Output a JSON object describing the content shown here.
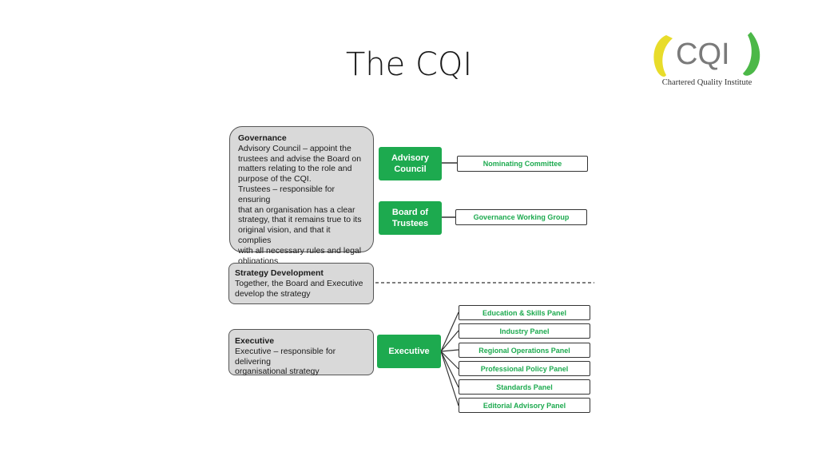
{
  "slide": {
    "title": "The CQI"
  },
  "logo": {
    "wordmark": "CQI",
    "tagline": "Chartered Quality Institute"
  },
  "governance": {
    "heading": "Governance",
    "body": "Advisory Council – appoint the\ntrustees and advise the Board on\nmatters relating to the role and\npurpose of the CQI.\nTrustees – responsible for ensuring\nthat an organisation has a clear\nstrategy, that it remains true to its\noriginal vision, and that it complies\nwith all necessary rules and legal\nobligations"
  },
  "strategy": {
    "heading": "Strategy Development",
    "body": "Together, the Board and Executive\ndevelop the strategy"
  },
  "executive_info": {
    "heading": "Executive",
    "body": "Executive – responsible for delivering\norganisational strategy"
  },
  "nodes": {
    "advisory_council": "Advisory\nCouncil",
    "board_of_trustees": "Board of\nTrustees",
    "executive": "Executive"
  },
  "committees": {
    "nominating": "Nominating Committee",
    "governance_wg": "Governance Working Group"
  },
  "panels": [
    "Education & Skills Panel",
    "Industry Panel",
    "Regional Operations Panel",
    "Professional Policy Panel",
    "Standards Panel",
    "Editorial Advisory Panel"
  ],
  "colors": {
    "accent_green": "#1daa4f",
    "box_gray": "#d9d9d9",
    "logo_yellow": "#e8dc2a"
  }
}
